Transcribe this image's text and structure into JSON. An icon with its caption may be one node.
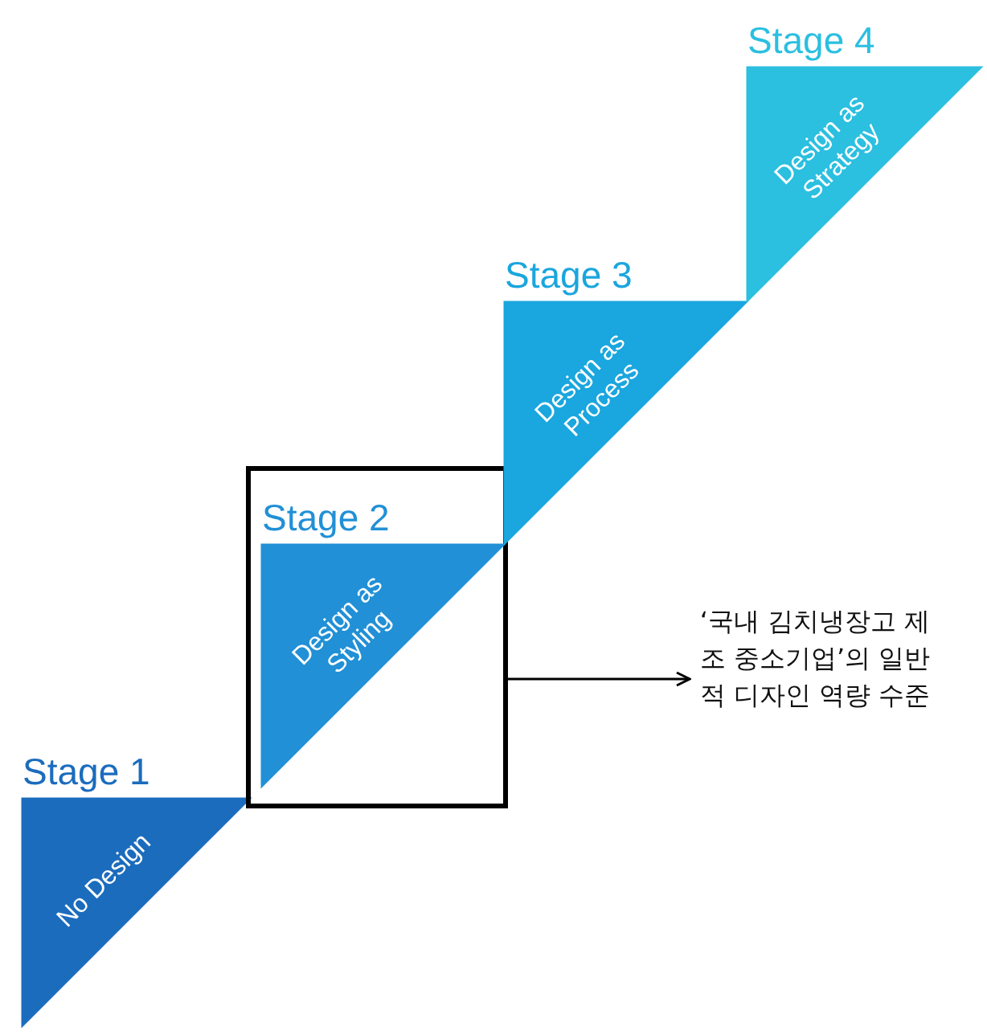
{
  "diagram": {
    "nodes": [
      {
        "text": [
          "Stage 1",
          "No Design"
        ]
      },
      {
        "text": [],
        "shape": "box"
      },
      {
        "text": [
          "Stage 2",
          "Design as Styling"
        ],
        "in": 1
      },
      {
        "text": [
          "Stage 3",
          "Design as Process"
        ]
      },
      {
        "text": [
          "Stage 4",
          "Design as Strategy"
        ]
      },
      {
        "text": [
          "‘국내 김치냉장고 제조 중소기업’의 일반적 디자인 역량 수준"
        ]
      }
    ],
    "edges": [
      {
        "from": 1,
        "to": 5,
        "arrow": "to"
      }
    ]
  }
}
